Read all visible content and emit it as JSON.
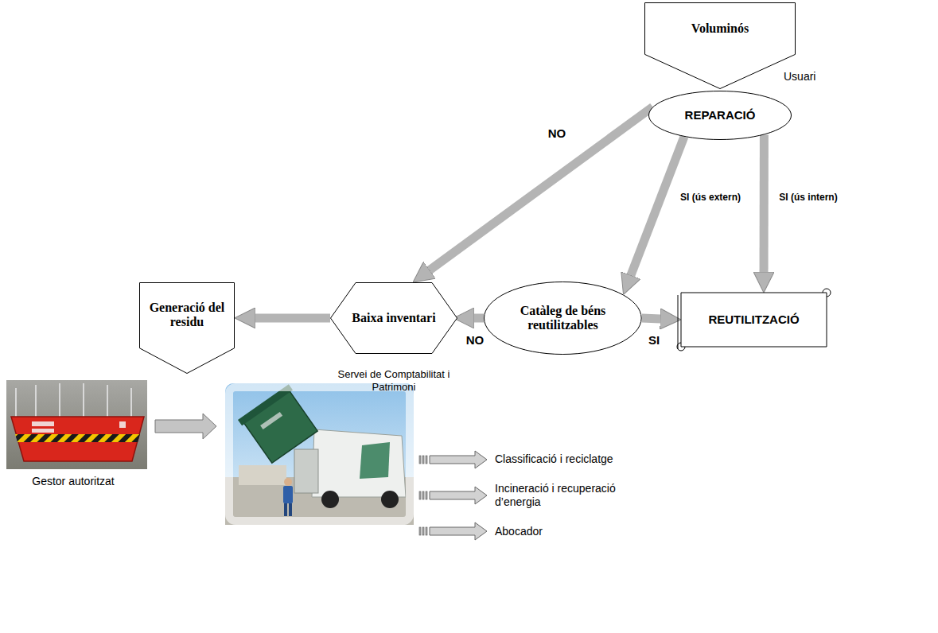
{
  "diagram": {
    "nodes": [
      {
        "text": [
          "Voluminós"
        ]
      },
      {
        "text": [
          "REPARACIÓ"
        ]
      },
      {
        "text": [
          "Catàleg de béns reutilitzables"
        ]
      },
      {
        "text": [
          "REUTILITZACIÓ"
        ]
      },
      {
        "text": [
          "Baixa inventari"
        ]
      },
      {
        "text": [
          "Generació del residu"
        ]
      }
    ],
    "edges": [
      {
        "from": 1,
        "to": 4,
        "label": "NO",
        "arrow": "to"
      },
      {
        "from": 1,
        "to": 2,
        "label": "SI (ús extern)",
        "arrow": "to"
      },
      {
        "from": 1,
        "to": 3,
        "label": "SI (ús intern)",
        "arrow": "to"
      },
      {
        "from": 2,
        "to": 3,
        "label": "SI",
        "arrow": "to"
      },
      {
        "from": 2,
        "to": 4,
        "label": "NO",
        "arrow": "to"
      },
      {
        "from": 4,
        "to": 5,
        "arrow": "to"
      }
    ],
    "labels": [
      "Usuari",
      "Servei de Comptabilitat i Patrimoni",
      "Gestor autoritzat",
      "Classificació i reciclatge",
      "Incineració i recuperació d’energia",
      "Abocador"
    ]
  }
}
